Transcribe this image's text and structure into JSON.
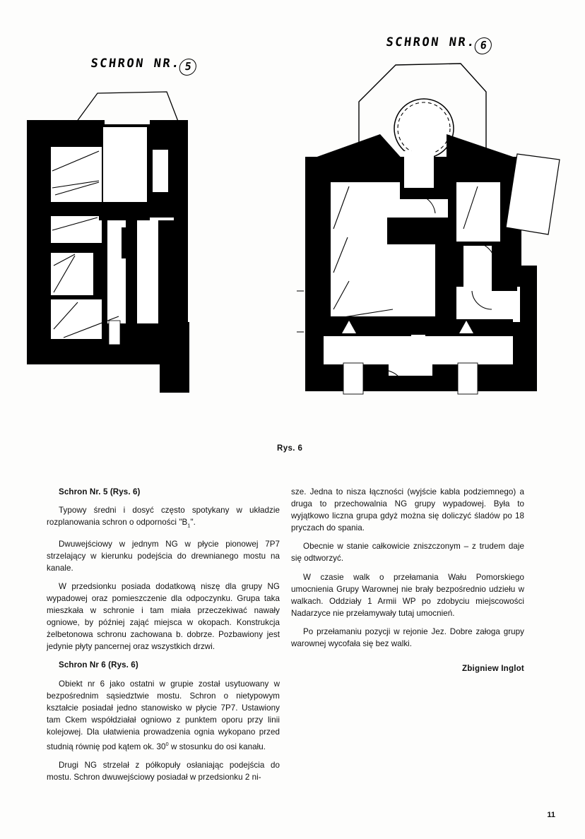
{
  "figures": {
    "left": {
      "title_prefix": "SCHRON NR.",
      "title_number": "5"
    },
    "right": {
      "title_prefix": "SCHRON NR.",
      "title_number": "6"
    },
    "caption": "Rys. 6"
  },
  "article": {
    "left_column": {
      "heading_1": "Schron Nr. 5 (Rys. 6)",
      "p1_a": "Typowy średni i dosyć często spotykany w układzie rozplanowania schron o odporności \"B",
      "p1_b": "1",
      "p1_c": "\".",
      "p2": "Dwuwejściowy w jednym NG w płycie pionowej 7P7 strzelający w kierunku podejścia do drewnianego mostu na kanale.",
      "p3": "W przedsionku posiada dodatkową niszę dla grupy NG wypadowej oraz pomieszczenie dla odpoczynku. Grupa taka mieszkała w schronie i tam miała przeczekiwać nawały ogniowe, by później zająć miejsca w okopach. Konstrukcja żelbetonowa schronu zachowana b. dobrze. Pozbawiony jest jedynie płyty pancernej oraz wszystkich drzwi.",
      "heading_2": "Schron Nr 6 (Rys. 6)",
      "p4_a": "Obiekt nr 6 jako ostatni w grupie został usytuowany w bezpośrednim sąsiedztwie mostu. Schron o nietypowym kształcie posiadał jedno stanowisko w płycie 7P7. Ustawiony tam Ckem współdziałał ogniowo z punktem oporu przy linii kolejowej. Dla ułatwienia prowadzenia ognia wykopano przed studnią równię pod kątem ok. 30",
      "p4_deg": "0",
      "p4_b": " w stosunku do osi kanału.",
      "p5": "Drugi NG strzelał z półkopuły osłaniając podejścia do mostu. Schron dwuwejściowy posiadał w przedsionku 2 ni-"
    },
    "right_column": {
      "p1": "sze. Jedna to nisza łączności (wyjście kabla podziemnego) a druga to przechowalnia NG grupy wypadowej. Była to wyjątkowo liczna grupa gdyż można się doliczyć śladów po 18 pryczach do spania.",
      "p2": "Obecnie w stanie całkowicie zniszczonym – z trudem daje się odtworzyć.",
      "p3": "W czasie walk o przełamania Wału Pomorskiego umocnienia Grupy Warownej nie brały bezpośrednio udziełu w walkach. Oddziały 1 Armii WP po zdobyciu miejscowości Nadarzyce nie przełamywały tutaj umocnień.",
      "p4": "Po przełamaniu pozycji w rejonie Jez. Dobre załoga grupy warownej wycofała się bez walki.",
      "signature": "Zbigniew Inglot"
    }
  },
  "page_number": "11",
  "colors": {
    "ink": "#000000",
    "paper": "#fdfdfc",
    "text": "#111111"
  }
}
